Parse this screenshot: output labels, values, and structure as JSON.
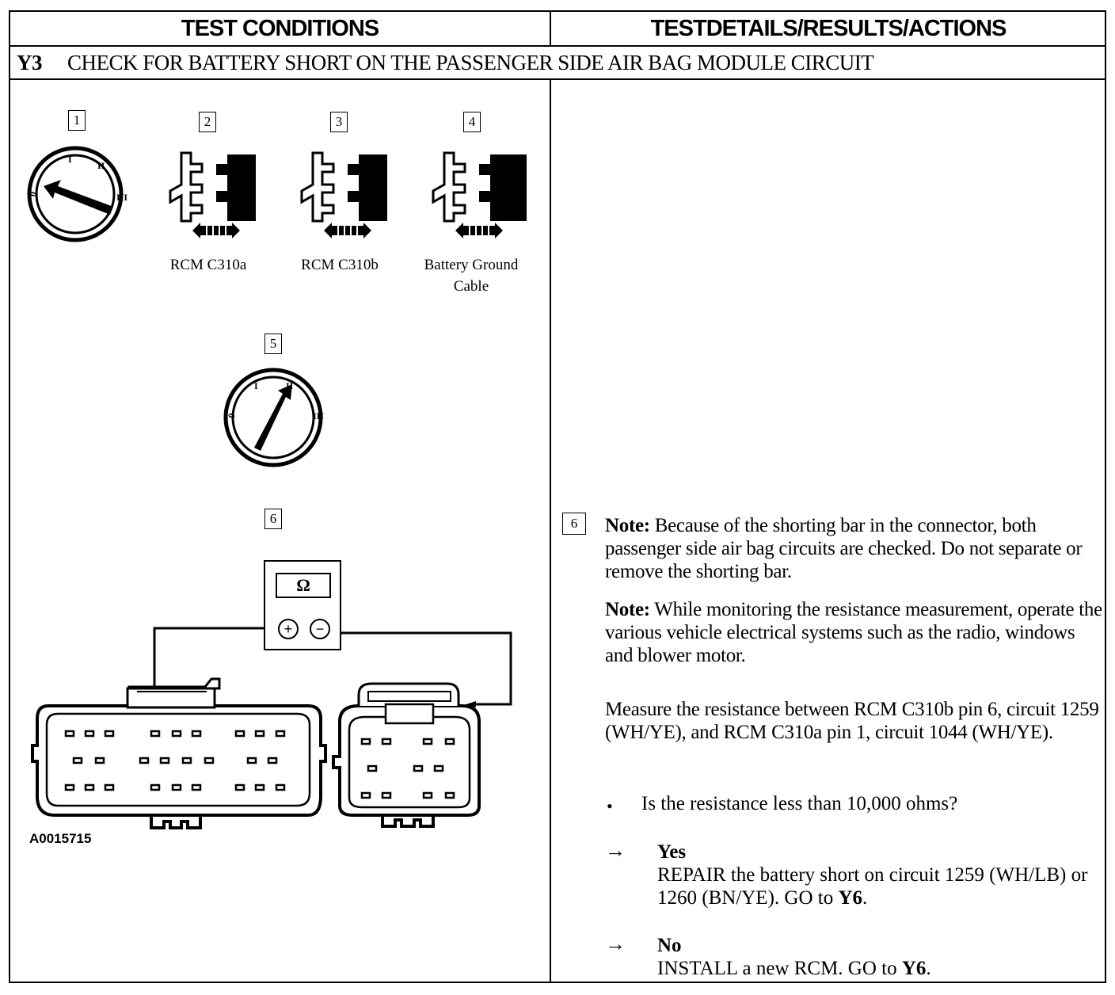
{
  "header": {
    "left": "TEST CONDITIONS",
    "right": "TESTDETAILS/RESULTS/ACTIONS"
  },
  "step": {
    "id": "Y3",
    "title": "CHECK FOR BATTERY SHORT ON THE PASSENGER SIDE AIR BAG MODULE CIRCUIT"
  },
  "illustration": {
    "numbers": [
      "1",
      "2",
      "3",
      "4",
      "5",
      "6"
    ],
    "labels": {
      "c310a": "RCM C310a",
      "c310b": "RCM C310b",
      "battery_line1": "Battery Ground",
      "battery_line2": "Cable"
    },
    "meter_symbol": "Ω",
    "meter_plus": "+",
    "meter_minus": "−",
    "figure_id": "A0015715"
  },
  "details": {
    "step_number": "6",
    "note1_label": "Note:",
    "note1_text": " Because of the shorting bar in the connector, both passenger side air bag circuits are checked. Do not separate or remove the shorting bar.",
    "note2_label": "Note:",
    "note2_text": " While monitoring the resistance measurement, operate the various vehicle electrical systems such as the radio, windows and blower motor.",
    "measure": "Measure the resistance between RCM C310b pin 6, circuit 1259 (WH/YE), and RCM C310a pin 1, circuit 1044 (WH/YE).",
    "bullet": "•",
    "question": "Is the resistance less than 10,000 ohms?",
    "arrow": "→",
    "yes_label": "Yes",
    "yes_text": "REPAIR the battery short on circuit 1259 (WH/LB) or 1260 (BN/YE). GO to ",
    "yes_goto": "Y6",
    "yes_end": ".",
    "no_label": "No",
    "no_text": "INSTALL a new RCM. GO to ",
    "no_goto": "Y6",
    "no_end": "."
  }
}
